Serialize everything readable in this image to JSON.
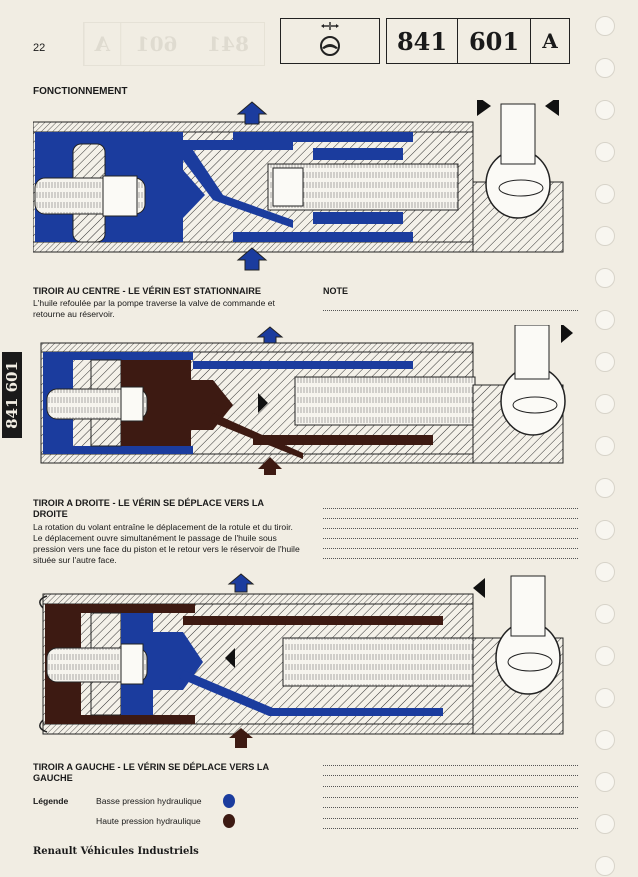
{
  "page": {
    "number": "22",
    "section_title": "FONCTIONNEMENT",
    "side_tab": "841 601",
    "footer": "Renault Véhicules Industriels"
  },
  "header": {
    "icon": "steering-wheel-icon",
    "code": [
      "841",
      "601",
      "A"
    ],
    "ghost_code": [
      "841",
      "601",
      "A"
    ]
  },
  "colors": {
    "low_pressure": "#1b3c9e",
    "high_pressure": "#3d1a12",
    "paper": "#f1ede3"
  },
  "sections": [
    {
      "title": "TIROIR AU CENTRE - LE VÉRIN EST STATIONNAIRE",
      "body": "L'huile refoulée par la pompe traverse la valve de commande et retourne au réservoir."
    },
    {
      "title": "TIROIR A DROITE - LE VÉRIN SE DÉPLACE VERS LA DROITE",
      "body": "La rotation du volant entraîne le déplacement de la rotule et du tiroir. Le déplacement ouvre simultanément le passage de l'huile sous pression vers une face du piston et le retour vers le réservoir de l'huile située sur l'autre face."
    },
    {
      "title": "TIROIR A GAUCHE - LE VÉRIN SE DÉPLACE VERS LA GAUCHE",
      "body": ""
    }
  ],
  "note": {
    "label": "NOTE"
  },
  "legend": {
    "label": "Légende",
    "items": [
      {
        "text": "Basse pression hydraulique",
        "color": "#1b3c9e"
      },
      {
        "text": "Haute pression hydraulique",
        "color": "#3d1a12"
      }
    ]
  }
}
